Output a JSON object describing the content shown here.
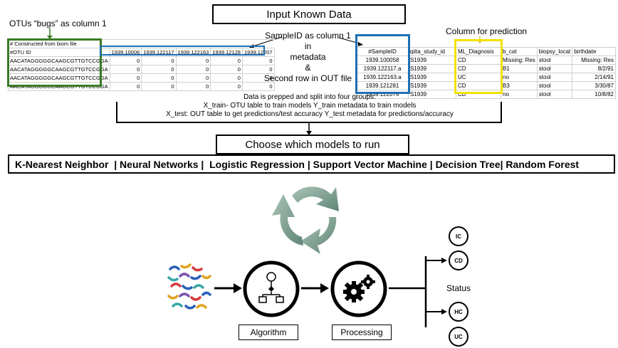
{
  "header": {
    "title": "Input Known Data"
  },
  "annotations": {
    "otus_bugs": "OTUs “bugs” as column 1",
    "sampleid_line1": "SampleID as column 1 in",
    "sampleid_line2": "metadata",
    "sampleid_amp": "&",
    "sampleid_line3": "Second row in OUT file",
    "prediction_column": "Column for prediction"
  },
  "otu_table": {
    "comment": "# Constructed from biom file",
    "header": [
      "#OTU ID",
      "1939.10006",
      "1939.122117",
      "1939.122163",
      "1939.12128",
      "1939.12207"
    ],
    "rows": [
      [
        "AACATAGGGGGCAAGCGTTGTCCGGA",
        "0",
        "0",
        "0",
        "0",
        "0"
      ],
      [
        "AACATAGGGGGCAAGCGTTGTCCGGA",
        "0",
        "0",
        "0",
        "0",
        "0"
      ],
      [
        "AACATAGGGGGCAAGCGTTGTCCGGA",
        "0",
        "0",
        "0",
        "0",
        "0"
      ],
      [
        "AACATAGGGGGCAAGCGTTGTCCGGA",
        "0",
        "0",
        "0",
        "0",
        "0"
      ]
    ]
  },
  "metadata_table": {
    "header": [
      "#SampleID",
      "qiita_study_id",
      "ML_Diagnosis",
      "b_cat",
      "biopsy_locat",
      "birthdate"
    ],
    "rows": [
      [
        "1939.100058",
        "S1939",
        "CD",
        "Missing: Res",
        "stool",
        "Missing: Res"
      ],
      [
        "1939.122117.a",
        "S1939",
        "CD",
        "B1",
        "stool",
        "8/2/91"
      ],
      [
        "1939.122163.a",
        "S1939",
        "UC",
        "no",
        "stool",
        "2/14/91"
      ],
      [
        "1939.121281",
        "S1939",
        "CD",
        "B3",
        "stool",
        "3/30/87"
      ],
      [
        "1939.122074",
        "S1939",
        "CD",
        "no",
        "stool",
        "10/8/82"
      ]
    ]
  },
  "split_text": {
    "line1": "Data is prepped and split into four groups:",
    "line2": "X_train- OTU table to train models  Y_train metadata to train models",
    "line3": "X_test:  OUT table to get predictions/test accuracy  Y_test metadata for predictions/accuracy"
  },
  "models": {
    "title": "Choose which models to run",
    "list": "K-Nearest Neighbor  | Neural Networks |  Logistic Regression | Support Vector Machine | Decision Tree| Random Forest"
  },
  "pipeline": {
    "algorithm_label": "Algorithm",
    "processing_label": "Processing",
    "status_label": "Status",
    "status_items": [
      "IC",
      "CD",
      "HC",
      "UC"
    ]
  },
  "colors": {
    "otu_border": "#3a7a26",
    "metadata_border": "#1e6fb4",
    "prediction_border": "#f2e200",
    "cycle_green": "#7d9c8e"
  }
}
